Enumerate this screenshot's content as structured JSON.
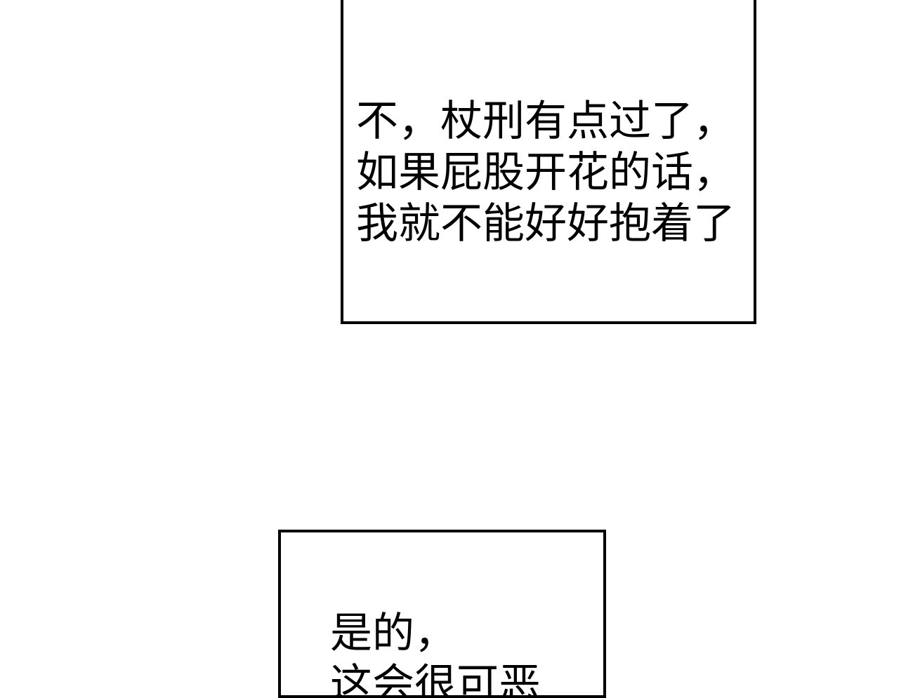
{
  "panels": [
    {
      "lines": [
        "不，杖刑有点过了，",
        "如果屁股开花的话，",
        "我就不能好好抱着了"
      ]
    },
    {
      "lines": [
        "是的，",
        "这会很可恶"
      ]
    }
  ]
}
